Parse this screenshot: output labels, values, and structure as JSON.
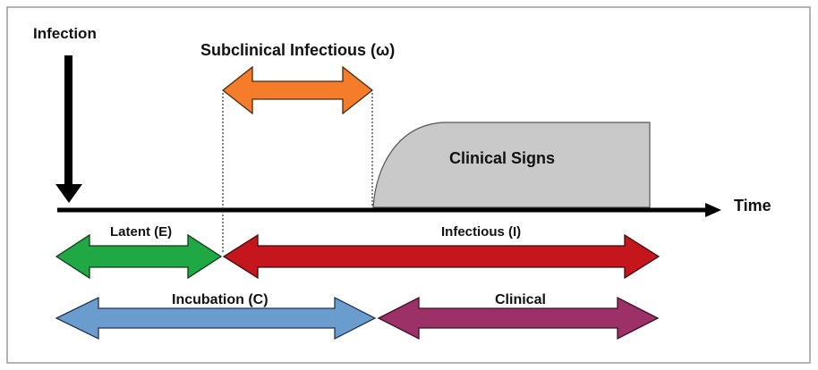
{
  "labels": {
    "infection": "Infection",
    "subclinical": "Subclinical Infectious (ω)",
    "clinical_signs": "Clinical Signs",
    "time": "Time",
    "latent": "Latent (E)",
    "infectious": "Infectious  (I)",
    "incubation": "Incubation (C)",
    "clinical": "Clinical"
  },
  "colors": {
    "latent": "#1fa843",
    "infectious": "#c4161c",
    "subclinical": "#f47c2b",
    "incubation": "#6b9cce",
    "clinical": "#9b3167",
    "clinical_signs_fill": "#c9c9c9",
    "axis": "#000000",
    "frame": "#999999"
  }
}
